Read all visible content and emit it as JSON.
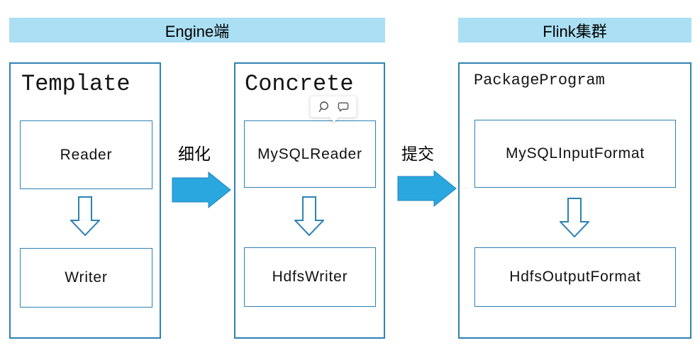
{
  "banners": [
    {
      "label": "Engine端"
    },
    {
      "label": "Flink集群"
    }
  ],
  "columns": [
    {
      "title": "Template",
      "nodes": [
        "Reader",
        "Writer"
      ]
    },
    {
      "title": "Concrete",
      "nodes": [
        "MySQLReader",
        "HdfsWriter"
      ]
    },
    {
      "title": "PackageProgram",
      "nodes": [
        "MySQLInputFormat",
        "HdfsOutputFormat"
      ]
    }
  ],
  "transitions": [
    {
      "label": "细化"
    },
    {
      "label": "提交"
    }
  ],
  "tooltip": {
    "icons": [
      "magnifier-icon",
      "comment-icon"
    ]
  },
  "colors": {
    "banner_fill": "#abdff4",
    "box_border": "#2e82b4",
    "arrow_fill": "#29a7de",
    "icon_stroke": "#4d4d4d"
  }
}
